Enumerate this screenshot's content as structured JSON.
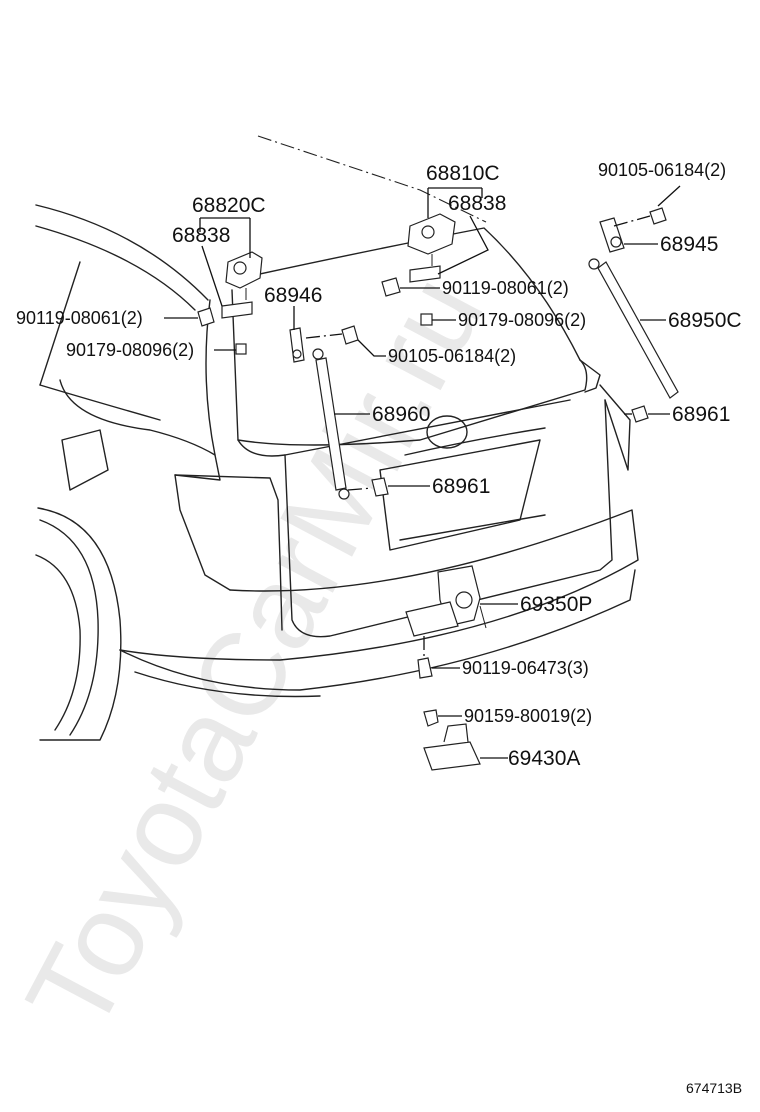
{
  "watermark": "ToyotaCarMir.ru",
  "figure_code": "674713B",
  "labels": {
    "p68820C": "68820C",
    "p68838_left": "68838",
    "p90119_08061_left": "90119-08061(2)",
    "p90179_08096_left": "90179-08096(2)",
    "p68810C": "68810C",
    "p68838_right": "68838",
    "p90119_08061_right": "90119-08061(2)",
    "p90179_08096_right": "90179-08096(2)",
    "p68946": "68946",
    "p90105_06184_mid": "90105-06184(2)",
    "p90105_06184_top": "90105-06184(2)",
    "p68945": "68945",
    "p68950C": "68950C",
    "p68960": "68960",
    "p68961_mid": "68961",
    "p68961_right": "68961",
    "p69350P": "69350P",
    "p90119_06473": "90119-06473(3)",
    "p90159_80019": "90159-80019(2)",
    "p69430A": "69430A"
  }
}
